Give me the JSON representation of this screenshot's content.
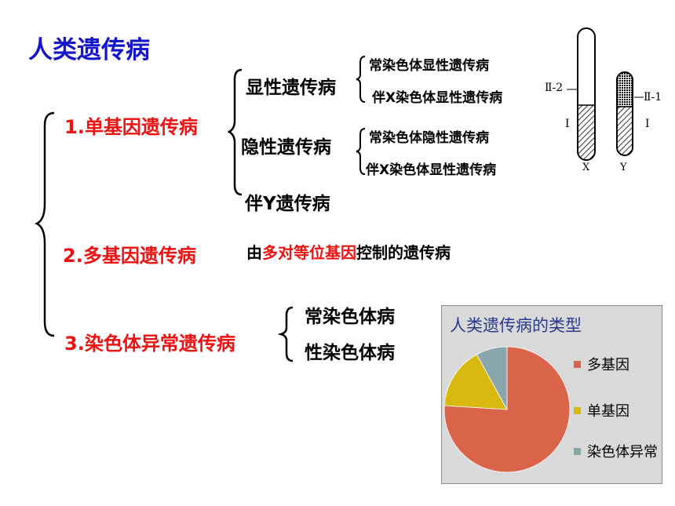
{
  "title": "人类遗传病",
  "categories": {
    "single_gene": "1.单基因遗传病",
    "multi_gene": "2.多基因遗传病",
    "chromosome": "3.染色体异常遗传病"
  },
  "single_gene": {
    "dominant": "显性遗传病",
    "dominant_items": [
      "常染色体显性遗传病",
      "伴X染色体显性遗传病"
    ],
    "recessive": "隐性遗传病",
    "recessive_items": [
      "常染色体隐性遗传病",
      "伴X染色体显性遗传病"
    ],
    "y_linked": "伴Y遗传病"
  },
  "multi_gene_desc": {
    "prefix": "由",
    "highlight": "多对等位基因",
    "suffix": "控制的遗传病"
  },
  "chromosome_items": [
    "常染色体病",
    "性染色体病"
  ],
  "figure_labels": {
    "region_II_2": "Ⅱ-2",
    "region_II_1": "Ⅱ-1",
    "region_I_left": "Ⅰ",
    "region_I_right": "Ⅰ",
    "x": "X",
    "y": "Y"
  },
  "chart_data": {
    "type": "pie",
    "title": "人类遗传病的类型",
    "labels": [
      "多基因",
      "单基因",
      "染色体异常"
    ],
    "values": [
      76,
      16,
      8
    ],
    "colors": [
      "#d9644a",
      "#d9b80f",
      "#8aa6ad"
    ],
    "legend_position": "right"
  }
}
